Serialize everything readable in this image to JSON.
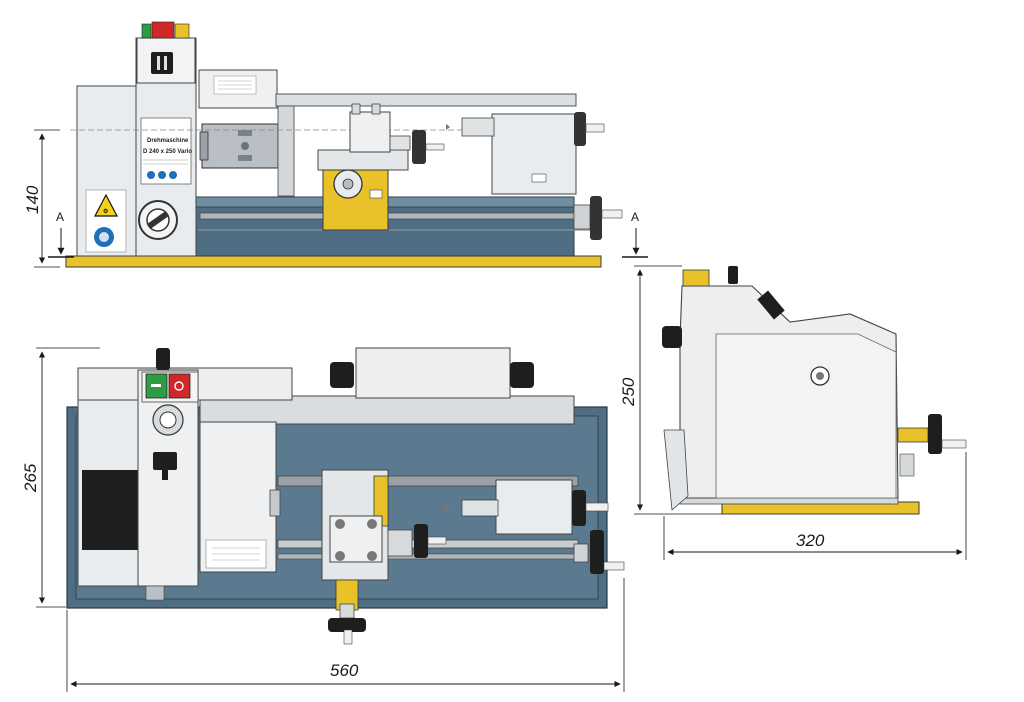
{
  "dimensions": {
    "height_front": "140",
    "length": "560",
    "depth_top": "265",
    "height_side": "250",
    "width_side": "320"
  },
  "section_marks": {
    "left": "A",
    "right": "A"
  },
  "plate": {
    "title": "Drehmaschine",
    "subtitle": "D 240 x 250 Vario"
  },
  "colors": {
    "steel_blue": "#4f6e84",
    "yellow": "#e8c228",
    "light_grey": "#e9ecee",
    "mid_grey": "#b9bfc4",
    "dark": "#1e1e1e",
    "start_green": "#2e9b45",
    "stop_red": "#d0282a",
    "safety_blue": "#1f6fb8",
    "warning_yellow": "#f2d21b"
  },
  "icons": [
    "warning-triangle-icon",
    "mandatory-sign-icon",
    "selector-switch-icon",
    "speed-dial-icon",
    "start-button-icon",
    "stop-button-icon"
  ]
}
